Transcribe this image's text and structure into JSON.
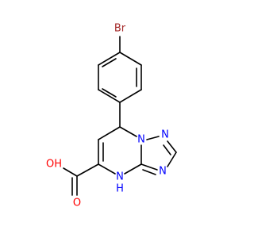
{
  "colors": {
    "carbon_bond": "#000000",
    "bromine": "#a52a2a",
    "oxygen": "#ff0000",
    "nitrogen": "#0000ff"
  },
  "atoms": {
    "br": "Br",
    "o_hydroxyl": "OH",
    "o_carbonyl": "O",
    "n_triazole_1": "N",
    "n_triazole_2": "N",
    "n_triazole_3": "N",
    "nh": "N",
    "nh_h": "H"
  }
}
